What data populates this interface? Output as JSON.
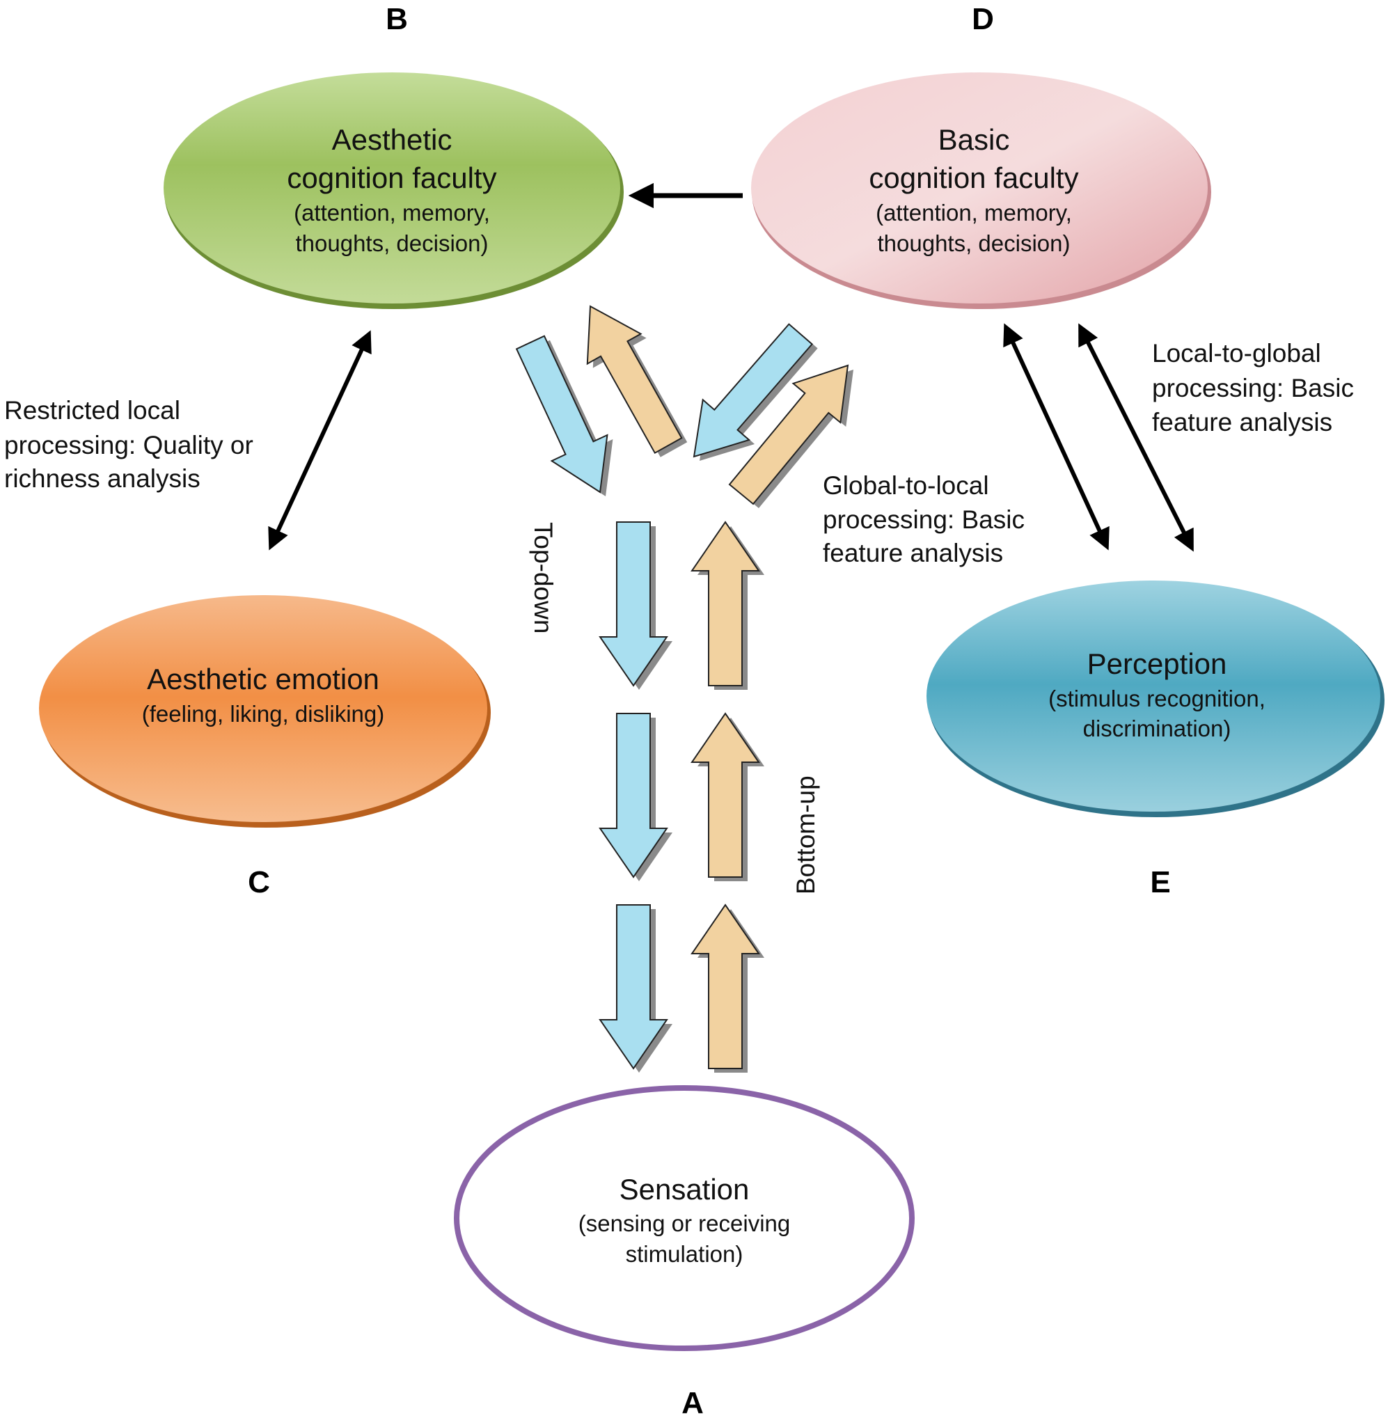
{
  "nodes": {
    "aesthetic_cognition": {
      "letter": "B",
      "title_lines": [
        "Aesthetic",
        "cognition faculty"
      ],
      "sub_lines": [
        "(attention, memory,",
        "thoughts, decision)"
      ],
      "color": "#9dc15f"
    },
    "basic_cognition": {
      "letter": "D",
      "title_lines": [
        "Basic",
        "cognition faculty"
      ],
      "sub_lines": [
        "(attention, memory,",
        "thoughts, decision)"
      ],
      "color": "#e8aeb2"
    },
    "aesthetic_emotion": {
      "letter": "C",
      "title_lines": [
        "Aesthetic emotion"
      ],
      "sub_lines": [
        "(feeling, liking, disliking)"
      ],
      "color": "#f29a52"
    },
    "perception": {
      "letter": "E",
      "title_lines": [
        "Perception"
      ],
      "sub_lines": [
        "(stimulus recognition,",
        "discrimination)"
      ],
      "color": "#5ab2c9"
    },
    "sensation": {
      "letter": "A",
      "title_lines": [
        "Sensation"
      ],
      "sub_lines": [
        "(sensing or receiving",
        "stimulation)"
      ],
      "color": "#ffffff",
      "border_color": "#8a63a8"
    }
  },
  "labels": {
    "restricted_local": [
      "Restricted local",
      "processing: Quality or",
      "richness analysis"
    ],
    "local_to_global": [
      "Local-to-global",
      "processing: Basic",
      "feature analysis"
    ],
    "global_to_local": [
      "Global-to-local",
      "processing: Basic",
      "feature analysis"
    ],
    "top_down": "Top-down",
    "bottom_up": "Bottom-up"
  },
  "colors": {
    "top_down_arrow": "#a9dff0",
    "bottom_up_arrow": "#f2d2a0",
    "connector": "#000000"
  }
}
